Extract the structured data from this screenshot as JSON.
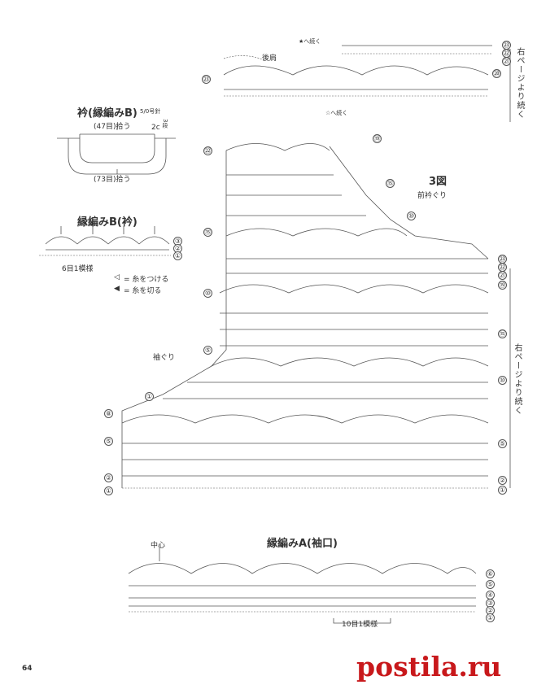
{
  "collar": {
    "title": "衿(縁編みB)",
    "hook": "5/0号針",
    "top_count": "(47目)拾う",
    "bottom_count": "(73目)拾う",
    "side_note": "2c",
    "side_rows": "3段"
  },
  "edging_b": {
    "title": "縁編みB(衿)",
    "repeat": "6目1模様",
    "rows": [
      "③",
      "②",
      "①"
    ]
  },
  "legend": {
    "attach": "= 糸をつける",
    "cut": "= 糸を切る"
  },
  "main": {
    "back_shoulder": "後肩",
    "continue_a": "★へ続く",
    "continue_b": "☆へ続く",
    "figure_no": "3図",
    "front_neck": "前衿ぐり",
    "armhole": "袖ぐり",
    "continue_right_top": "右ページより続く",
    "continue_right_mid": "右ページより続く"
  },
  "row_numbers": {
    "top_left": "㉓",
    "top_right": [
      "㉓",
      "㉒",
      "㉑",
      "⑳"
    ],
    "front_left": [
      "㉒",
      "⑮",
      "⑩",
      "⑤"
    ],
    "neck": [
      "⑲",
      "⑮",
      "⑩"
    ],
    "front_right": [
      "㉓",
      "㉒",
      "㉑",
      "⑲",
      "⑮",
      "⑩"
    ],
    "body_left": [
      "⑧",
      "⑤",
      "②",
      "①"
    ],
    "armhole_step": "①",
    "body_right": [
      "⑤",
      "②",
      "①"
    ]
  },
  "edging_a": {
    "title": "縁編みA(袖口)",
    "center": "中心",
    "repeat": "10目1模様",
    "rows": [
      "⑥",
      "⑤",
      "④",
      "③",
      "②",
      "①"
    ]
  },
  "page_number": "64",
  "watermark": "postila.ru"
}
